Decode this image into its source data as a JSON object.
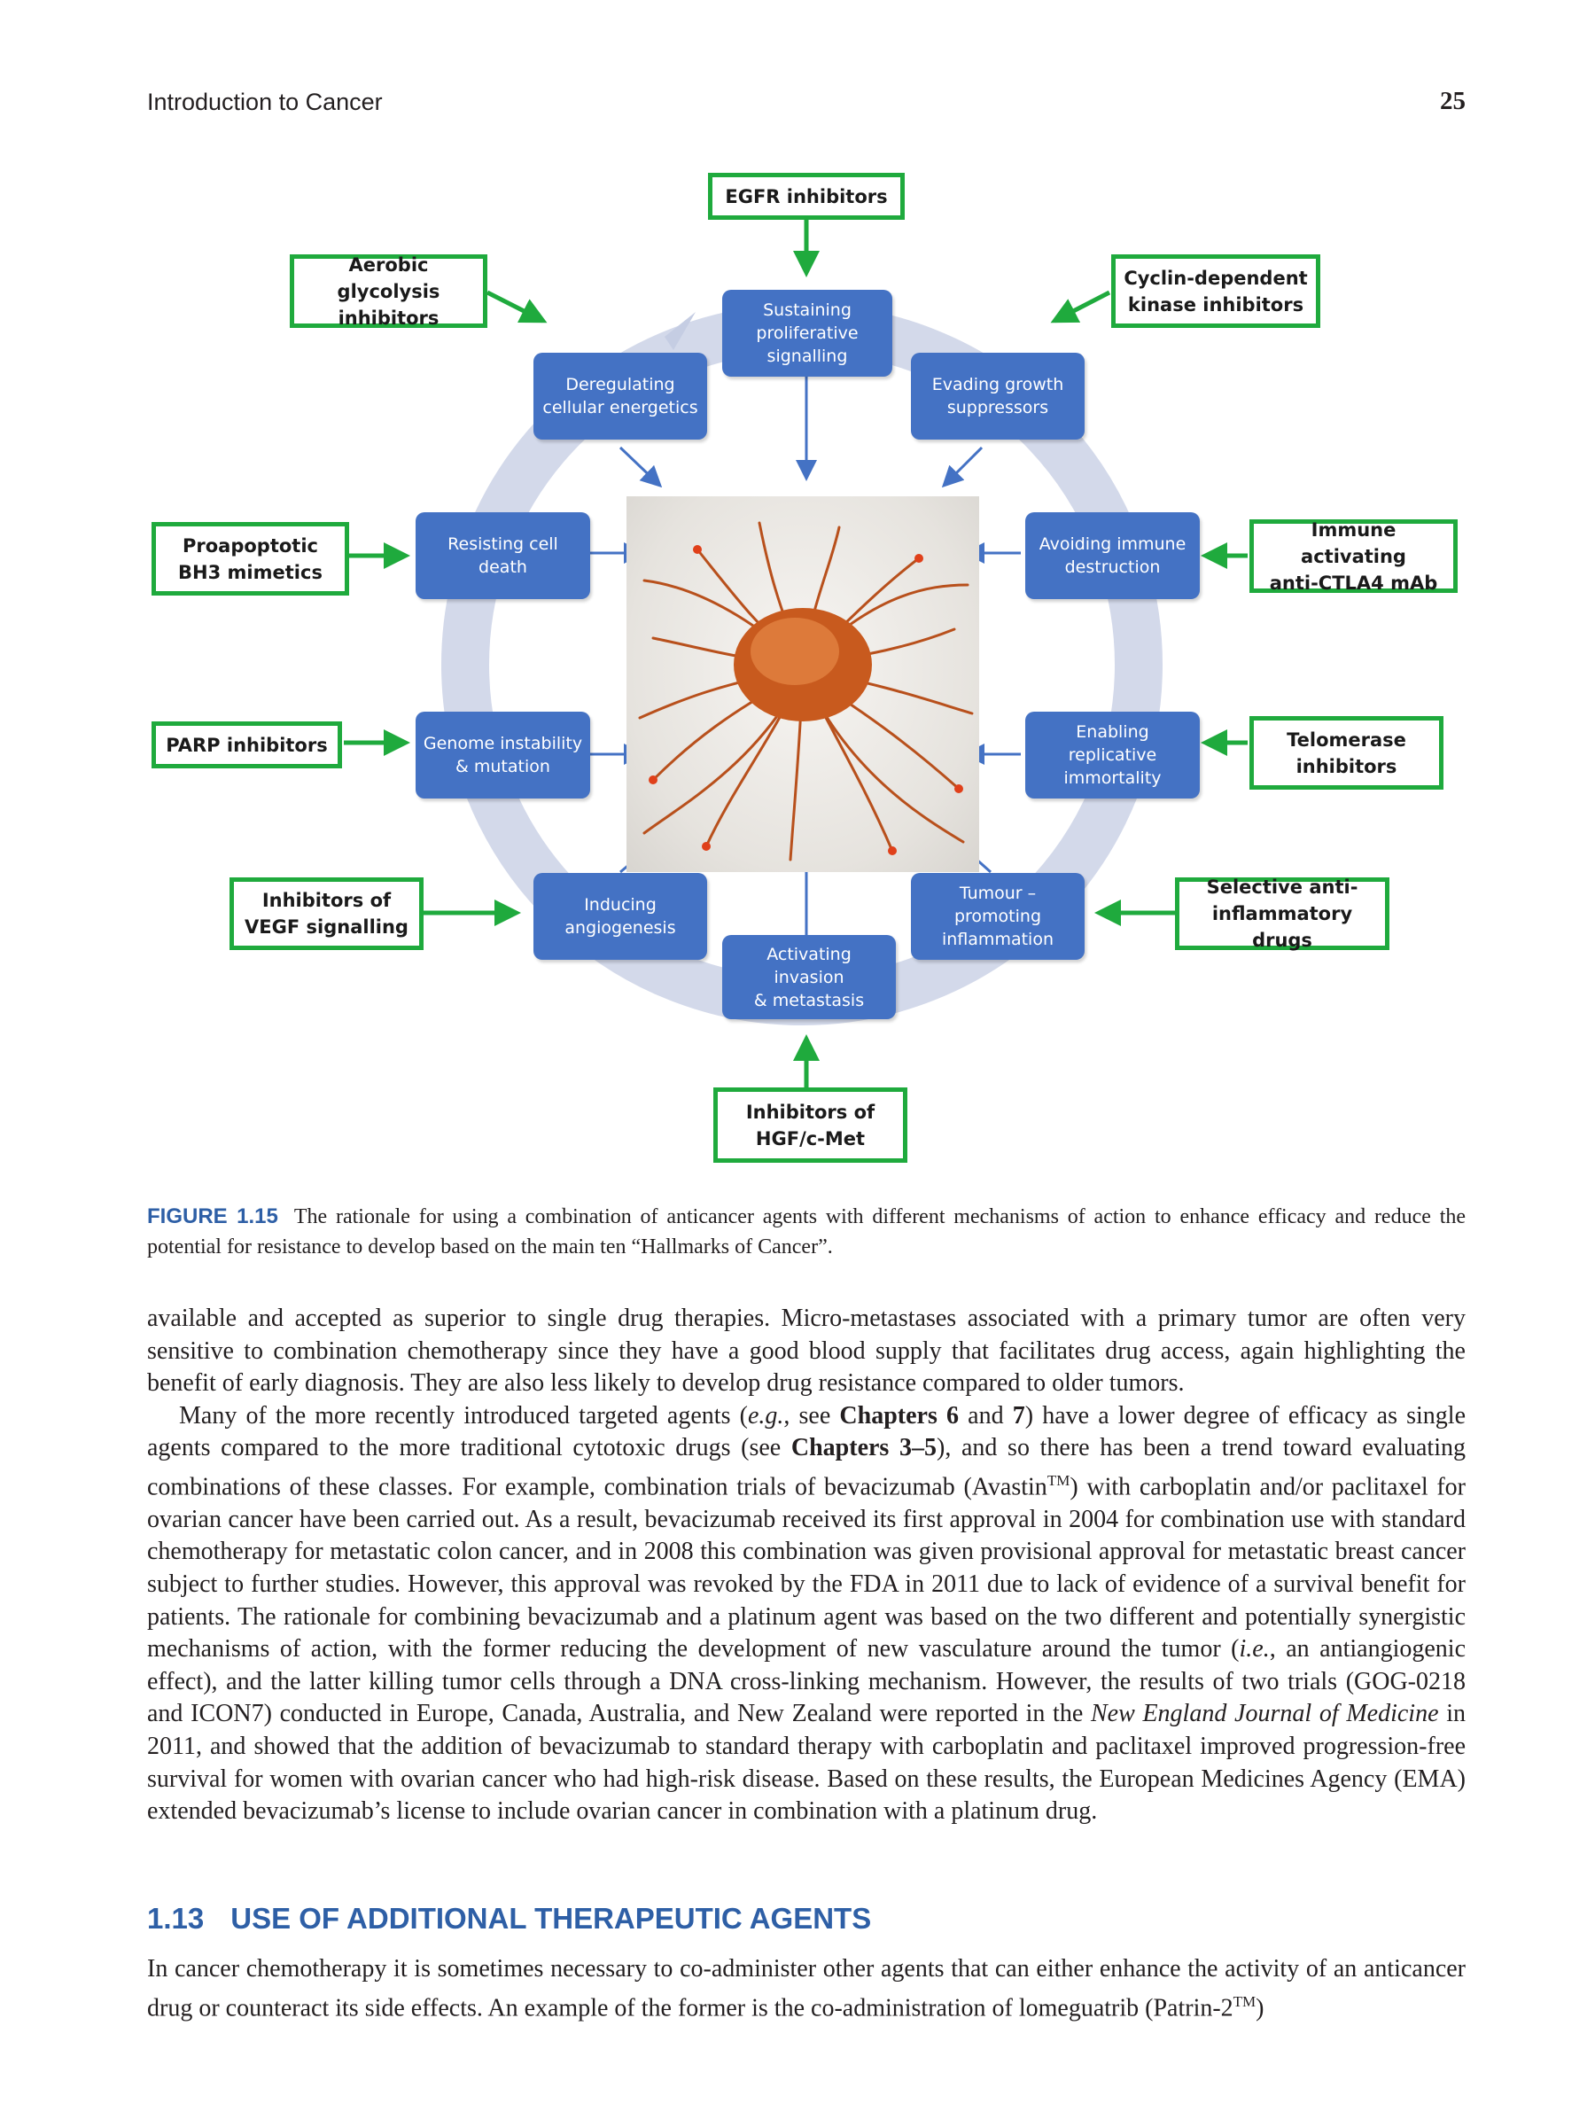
{
  "header": {
    "running_head": "Introduction to Cancer",
    "page_number": "25"
  },
  "figure": {
    "hallmarks": {
      "sustaining": "Sustaining\nproliferative\nsignalling",
      "deregulating": "Deregulating\ncellular energetics",
      "evading": "Evading growth\nsuppressors",
      "resisting": "Resisting cell\ndeath",
      "avoiding": "Avoiding immune\ndestruction",
      "genome": "Genome instability\n& mutation",
      "replicative": "Enabling\nreplicative\nimmortality",
      "angiogenesis": "Inducing\nangiogenesis",
      "inflammation": "Tumour –\npromoting\ninflammation",
      "invasion": "Activating invasion\n& metastasis"
    },
    "agents": {
      "egfr": "EGFR inhibitors",
      "glycolysis": "Aerobic glycolysis\ninhibitors",
      "cdk": "Cyclin-dependent\nkinase inhibitors",
      "bh3": "Proapoptotic\nBH3 mimetics",
      "immune": "Immune activating\nanti-CTLA4 mAb",
      "parp": "PARP inhibitors",
      "telomerase": "Telomerase\ninhibitors",
      "vegf": "Inhibitors of\nVEGF signalling",
      "antiinflammatory": "Selective anti-\ninflammatory drugs",
      "hgf": "Inhibitors of\nHGF/c-Met"
    },
    "colors": {
      "hallmark_box": "#4472c4",
      "agent_border": "#1faa3d",
      "cycle_ring": "#d3d9ea",
      "cell_body": "#c85a1e"
    },
    "caption_label": "FIGURE 1.15",
    "caption_text": "The rationale for using a combination of anticancer agents with different mechanisms of action to enhance efficacy and reduce the potential for resistance to develop based on the main ten “Hallmarks of Cancer”."
  },
  "body": {
    "p1": "available and accepted as superior to single drug therapies. Micro-metastases associated with a primary tumor are often very sensitive to combination chemotherapy since they have a good blood supply that facilitates drug access, again highlighting the benefit of early diagnosis. They are also less likely to develop drug resistance compared to older tumors.",
    "p2": {
      "t1": "Many of the more recently introduced targeted agents (",
      "eg": "e.g.",
      "t2": ", see ",
      "ch6": "Chapters 6",
      "t3": " and ",
      "ch7": "7",
      "t4": ") have a lower degree of efficacy as single agents compared to the more traditional cytotoxic drugs (see ",
      "ch35": "Chapters 3–5",
      "t5": "), and so there has been a trend toward evaluating combinations of these classes. For example, combination trials of bevacizumab (Avastin",
      "tm": "TM",
      "t6": ") with carboplatin and/or paclitaxel for ovarian cancer have been carried out. As a result, bevacizumab received its first approval in 2004 for combination use with standard chemotherapy for metastatic colon cancer, and in 2008 this combination was given provisional approval for metastatic breast cancer subject to further studies. However, this approval was revoked by the FDA in 2011 due to lack of evidence of a survival benefit for patients. The rationale for combining bevacizumab and a platinum agent was based on the two different and potentially synergistic mechanisms of action, with the former reducing the development of new vasculature around the tumor (",
      "ie": "i.e.",
      "t7": ", an antiangiogenic effect), and the latter killing tumor cells through a DNA cross-linking mechanism. However, the results of two trials (GOG-0218 and ICON7) conducted in Europe, Canada, Australia, and New Zealand were reported in the ",
      "journal": "New England Journal of Medicine",
      "t8": " in 2011, and showed that the addition of bevacizumab to standard therapy with carboplatin and paclitaxel improved progression-free survival for women with ovarian cancer who had high-risk disease. Based on these results, the European Medicines Agency (EMA) extended bevacizumab’s license to include ovarian cancer in combination with a platinum drug."
    }
  },
  "section": {
    "number": "1.13",
    "title": "USE OF ADDITIONAL THERAPEUTIC AGENTS",
    "p1_a": "In cancer chemotherapy it is sometimes necessary to co-administer other agents that can either enhance the activity of an anticancer drug or counteract its side effects. An example of the former is the co-administration of lomeguatrib (Patrin-2",
    "p1_tm": "TM",
    "p1_b": ")"
  }
}
